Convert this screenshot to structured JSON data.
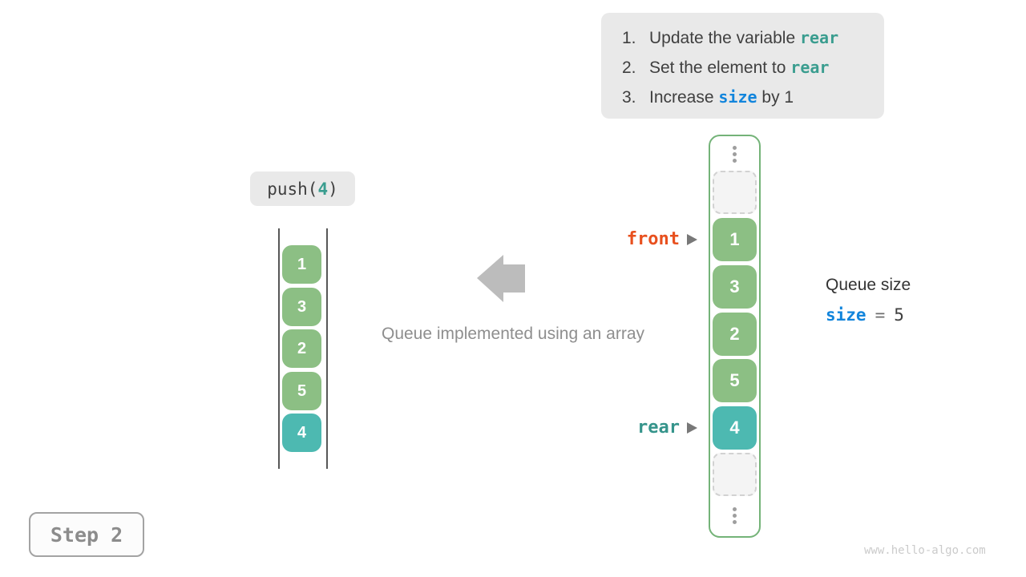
{
  "instructions": {
    "items": [
      {
        "num": "1.",
        "pre": "Update the variable ",
        "code": "rear",
        "post": ""
      },
      {
        "num": "2.",
        "pre": "Set the element to ",
        "code": "rear",
        "post": ""
      },
      {
        "num": "3.",
        "pre": "Increase ",
        "code": "size",
        "post": " by 1"
      }
    ]
  },
  "push_call": {
    "prefix": "push(",
    "arg": "4",
    "suffix": ")"
  },
  "abstract_queue": {
    "values": [
      "1",
      "3",
      "2",
      "5",
      "4"
    ],
    "highlighted_value": "4"
  },
  "array_view": {
    "cells": [
      {
        "value": "",
        "type": "empty"
      },
      {
        "value": "1",
        "type": "filled"
      },
      {
        "value": "3",
        "type": "filled"
      },
      {
        "value": "2",
        "type": "filled"
      },
      {
        "value": "5",
        "type": "filled"
      },
      {
        "value": "4",
        "type": "highlight"
      },
      {
        "value": "",
        "type": "empty"
      }
    ],
    "front_label": "front",
    "rear_label": "rear"
  },
  "caption": "Queue implemented using an array",
  "queue_size": {
    "title": "Queue size",
    "variable": "size",
    "operator": "=",
    "value": "5"
  },
  "step_label": "Step 2",
  "watermark": "www.hello-algo.com",
  "colors": {
    "code_teal": "#3a9d8f",
    "code_blue": "#1285dc",
    "front_orange": "#e8501e",
    "rear_teal": "#35948b",
    "cell_green": "#8cbf84",
    "cell_teal": "#4db9b1",
    "array_border_green": "#74b378",
    "box_gray": "#e9e9e9",
    "arrow_gray": "#bcbcbc"
  }
}
